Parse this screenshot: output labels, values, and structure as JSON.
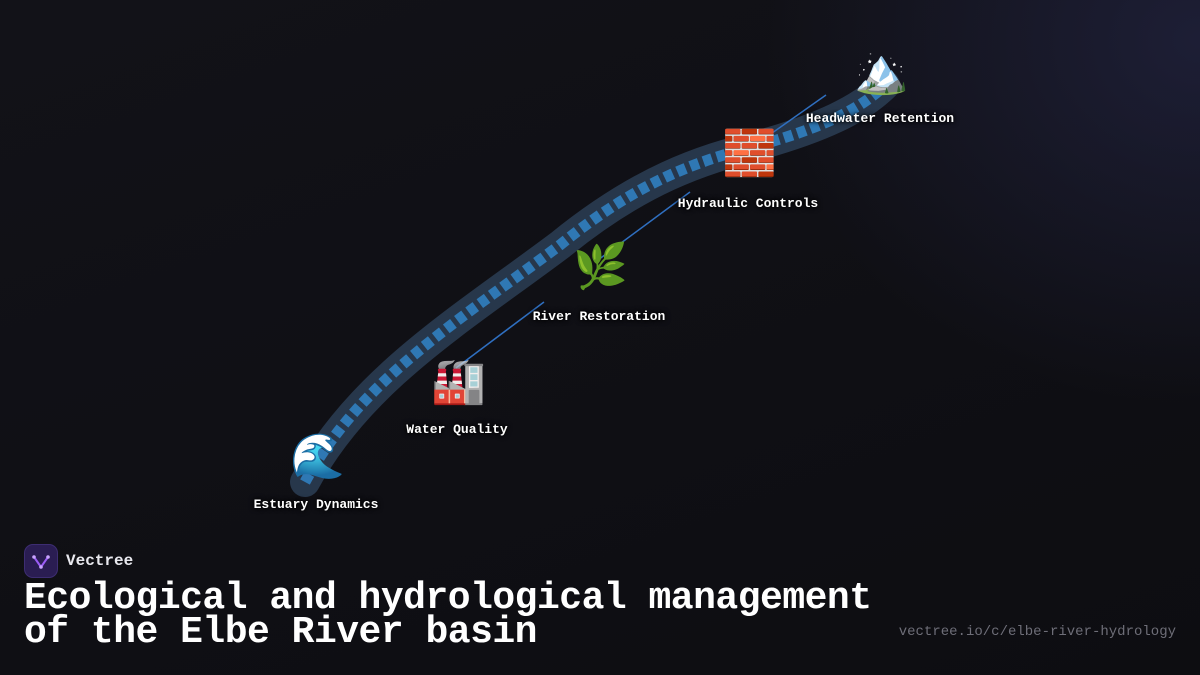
{
  "brand": {
    "name": "Vectree",
    "accent_color": "#9b5cf6",
    "logo_icon": "vectree-logo-icon"
  },
  "title": "Ecological and hydrological management of the Elbe River basin",
  "url": "vectree.io/c/elbe-river-hydrology",
  "colors": {
    "background": "#0f0f14",
    "river_band": "#2c3e55",
    "river_dashes": "#2f78b4",
    "connector": "#2f6fc0"
  },
  "stations": [
    {
      "id": "estuary",
      "label": "Estuary Dynamics",
      "icon": "🌊",
      "icon_name": "water-wave-icon"
    },
    {
      "id": "water-quality",
      "label": "Water Quality",
      "icon": "🏭",
      "icon_name": "factory-icon"
    },
    {
      "id": "restoration",
      "label": "River Restoration",
      "icon": "🌿",
      "icon_name": "herb-icon"
    },
    {
      "id": "hydraulic",
      "label": "Hydraulic Controls",
      "icon": "🧱",
      "icon_name": "brick-wall-icon"
    },
    {
      "id": "headwater",
      "label": "Headwater Retention",
      "icon": "🏔️",
      "icon_name": "snow-mountain-icon"
    }
  ]
}
